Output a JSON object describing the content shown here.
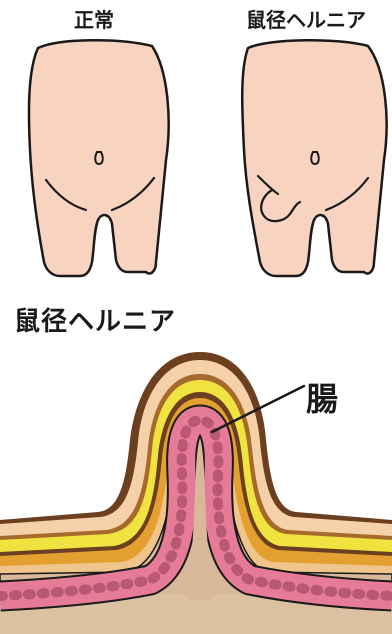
{
  "labels": {
    "normal": "正常",
    "inguinal_hernia": "鼠径ヘルニア",
    "section_title": "鼠径ヘルニア",
    "intestine": "腸"
  },
  "colors": {
    "skin": "#f8d3c0",
    "outline": "#1a1a1a",
    "outer_brown": "#6b3f1f",
    "light_layer": "#f4d1a8",
    "yellow_layer": "#f1e33f",
    "mid_brown": "#a66a2c",
    "orange_layer": "#e3a030",
    "tan_layer": "#efc58b",
    "sac_fill": "#d9b79a",
    "intestine": "#e57b97",
    "intestine_dark": "#b85872",
    "base": "#dcc0a2"
  }
}
